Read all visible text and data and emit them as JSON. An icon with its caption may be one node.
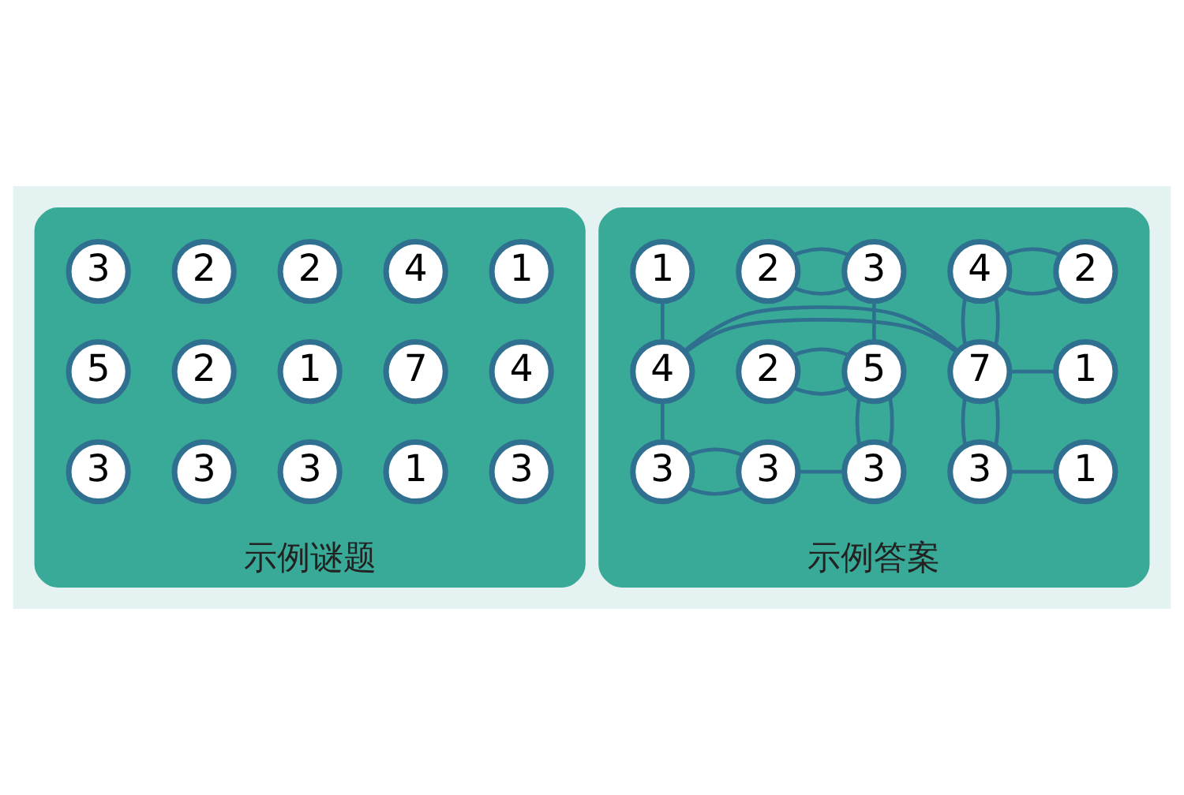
{
  "diagram": {
    "nodes": [
      {
        "text": [
          "示例谜题"
        ]
      },
      {
        "text": [
          "1"
        ],
        "in": 0
      },
      {
        "text": [
          "4"
        ],
        "in": 0
      },
      {
        "text": [
          "2"
        ],
        "in": 0
      },
      {
        "text": [
          "2"
        ],
        "in": 0
      },
      {
        "text": [
          "3"
        ],
        "in": 0
      },
      {
        "text": [
          "4"
        ],
        "in": 0
      },
      {
        "text": [
          "7"
        ],
        "in": 0
      },
      {
        "text": [
          "1"
        ],
        "in": 0
      },
      {
        "text": [
          "2"
        ],
        "in": 0
      },
      {
        "text": [
          "5"
        ],
        "in": 0
      },
      {
        "text": [
          "3"
        ],
        "in": 0
      },
      {
        "text": [
          "1"
        ],
        "in": 0
      },
      {
        "text": [
          "3"
        ],
        "in": 0
      },
      {
        "text": [
          "3"
        ],
        "in": 0
      },
      {
        "text": [
          "3"
        ],
        "in": 0
      },
      {
        "text": [
          "示例答案"
        ]
      },
      {
        "text": [
          "1"
        ],
        "in": 16
      },
      {
        "text": [
          "4"
        ],
        "in": 16
      },
      {
        "text": [
          "2"
        ],
        "in": 16
      },
      {
        "text": [
          "2"
        ],
        "in": 16
      },
      {
        "text": [
          "3"
        ],
        "in": 16
      },
      {
        "text": [
          "4"
        ],
        "in": 16
      },
      {
        "text": [
          "7"
        ],
        "in": 16
      },
      {
        "text": [
          "1"
        ],
        "in": 16
      },
      {
        "text": [
          "2"
        ],
        "in": 16
      },
      {
        "text": [
          "5"
        ],
        "in": 16
      },
      {
        "text": [
          "3"
        ],
        "in": 16
      },
      {
        "text": [
          "1"
        ],
        "in": 16
      },
      {
        "text": [
          "3"
        ],
        "in": 16
      },
      {
        "text": [
          "3"
        ],
        "in": 16
      },
      {
        "text": [
          "3"
        ],
        "in": 16
      }
    ],
    "edges": [
      {
        "from": 17,
        "to": 22,
        "arrow": "none"
      },
      {
        "from": 18,
        "to": 19,
        "arrow": "none"
      },
      {
        "from": 18,
        "to": 19,
        "arrow": "none"
      },
      {
        "from": 18,
        "to": 23,
        "arrow": "none"
      },
      {
        "from": 18,
        "to": 23,
        "arrow": "none"
      },
      {
        "from": 20,
        "to": 21,
        "arrow": "none"
      },
      {
        "from": 20,
        "to": 21,
        "arrow": "none"
      },
      {
        "from": 21,
        "to": 26,
        "arrow": "none"
      },
      {
        "from": 22,
        "to": 23,
        "arrow": "none"
      },
      {
        "from": 22,
        "to": 23,
        "arrow": "none"
      },
      {
        "from": 22,
        "to": 29,
        "arrow": "none"
      },
      {
        "from": 23,
        "to": 24,
        "arrow": "none"
      },
      {
        "from": 23,
        "to": 27,
        "arrow": "none"
      },
      {
        "from": 23,
        "to": 27,
        "arrow": "none"
      },
      {
        "from": 25,
        "to": 26,
        "arrow": "none"
      },
      {
        "from": 25,
        "to": 26,
        "arrow": "none"
      },
      {
        "from": 26,
        "to": 31,
        "arrow": "none"
      },
      {
        "from": 26,
        "to": 31,
        "arrow": "none"
      },
      {
        "from": 27,
        "to": 28,
        "arrow": "none"
      },
      {
        "from": 29,
        "to": 30,
        "arrow": "none"
      },
      {
        "from": 29,
        "to": 30,
        "arrow": "none"
      },
      {
        "from": 30,
        "to": 31,
        "arrow": "none"
      }
    ]
  }
}
